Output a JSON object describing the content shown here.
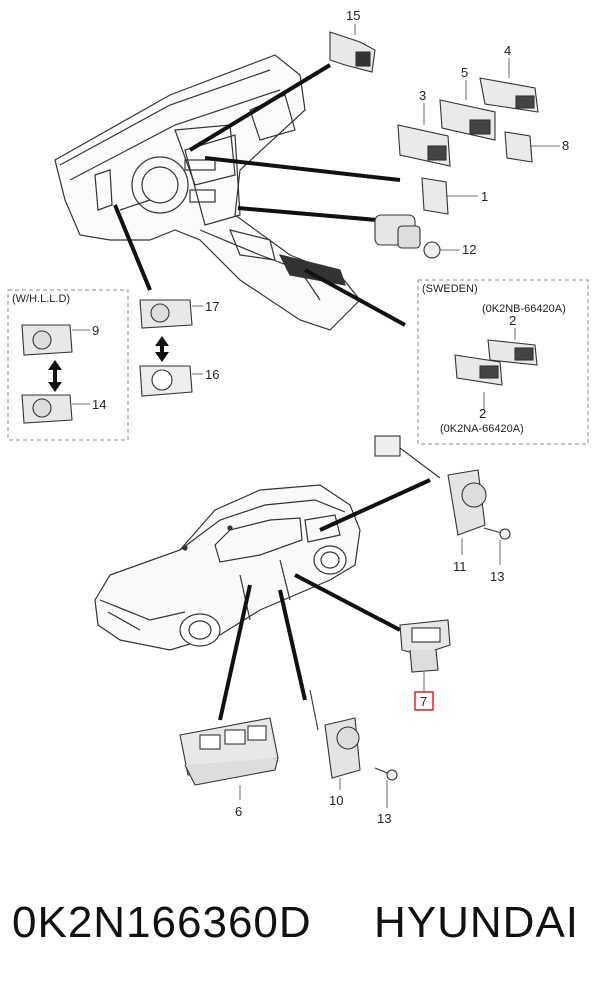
{
  "callouts": {
    "c15": "15",
    "c4": "4",
    "c5": "5",
    "c3": "3",
    "c8": "8",
    "c1": "1",
    "c12": "12",
    "c17": "17",
    "c16": "16",
    "c9": "9",
    "c14": "14",
    "c11": "11",
    "c13a": "13",
    "c7": "7",
    "c6": "6",
    "c10": "10",
    "c13b": "13",
    "c2a": "2",
    "c2b": "2"
  },
  "whlld_box": {
    "title": "(W/H.L.L.D)"
  },
  "sweden_box": {
    "title": "(SWEDEN)",
    "code_top": "(0K2NB-66420A)",
    "code_bottom": "(0K2NA-66420A)"
  },
  "highlight": {
    "color": "#e02020",
    "part": "7"
  },
  "footer": {
    "part_number": "0K2N166360D",
    "brand": "HYUNDAI"
  }
}
